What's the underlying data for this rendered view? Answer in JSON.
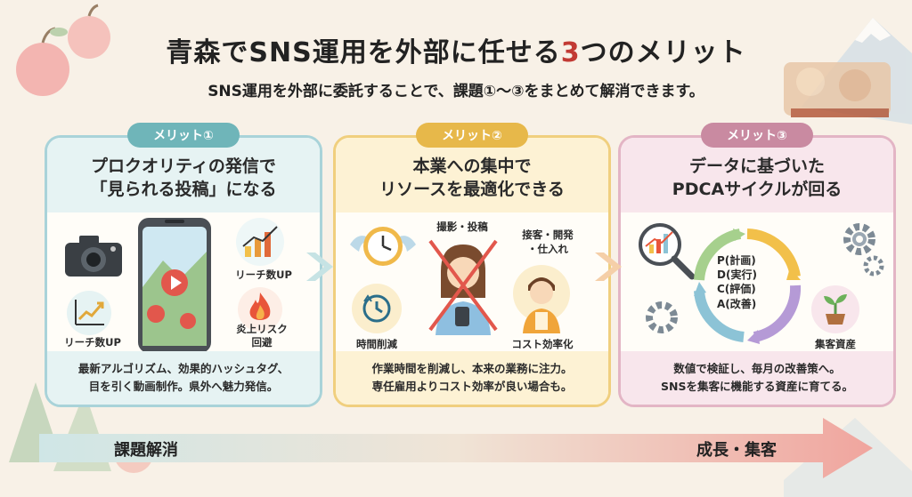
{
  "header": {
    "title_pre": "青森でSNS運用を外部に任せる",
    "title_num": "3",
    "title_post": "つのメリット",
    "subtitle": "SNS運用を外部に委託することで、課題①〜③をまとめて解消できます。"
  },
  "cards": [
    {
      "badge": "メリット①",
      "title_line1": "プロクオリティの発信で",
      "title_line2": "「見られる投稿」になる",
      "labels": [
        "リーチ数UP",
        "リーチ数UP",
        "炎上リスク",
        "回避"
      ],
      "desc_line1": "最新アルゴリズム、効果的ハッシュタグ、",
      "desc_line2": "目を引く動画制作。県外へ魅力発信。"
    },
    {
      "badge": "メリット②",
      "title_line1": "本業への集中で",
      "title_line2": "リソースを最適化できる",
      "labels": [
        "撮影・投稿",
        "接客・開発",
        "・仕入れ",
        "時間削減",
        "コスト効率化"
      ],
      "desc_line1": "作業時間を削減し、本来の業務に注力。",
      "desc_line2": "専任雇用よりコスト効率が良い場合も。"
    },
    {
      "badge": "メリット③",
      "title_line1": "データに基づいた",
      "title_line2": "PDCAサイクルが回る",
      "pdca": [
        "P(計画)",
        "D(実行)",
        "C(評価)",
        "A(改善)"
      ],
      "labels": [
        "集客資産"
      ],
      "desc_line1": "数値で検証し、毎月の改善策へ。",
      "desc_line2": "SNSを集客に機能する資産に育てる。"
    }
  ],
  "flow": {
    "left_label": "課題解消",
    "right_label": "成長・集客"
  },
  "colors": {
    "card1": "#a9d3d9",
    "card2": "#f0cf7e",
    "card3": "#e3b5c5",
    "accent_red": "#c23a34"
  }
}
